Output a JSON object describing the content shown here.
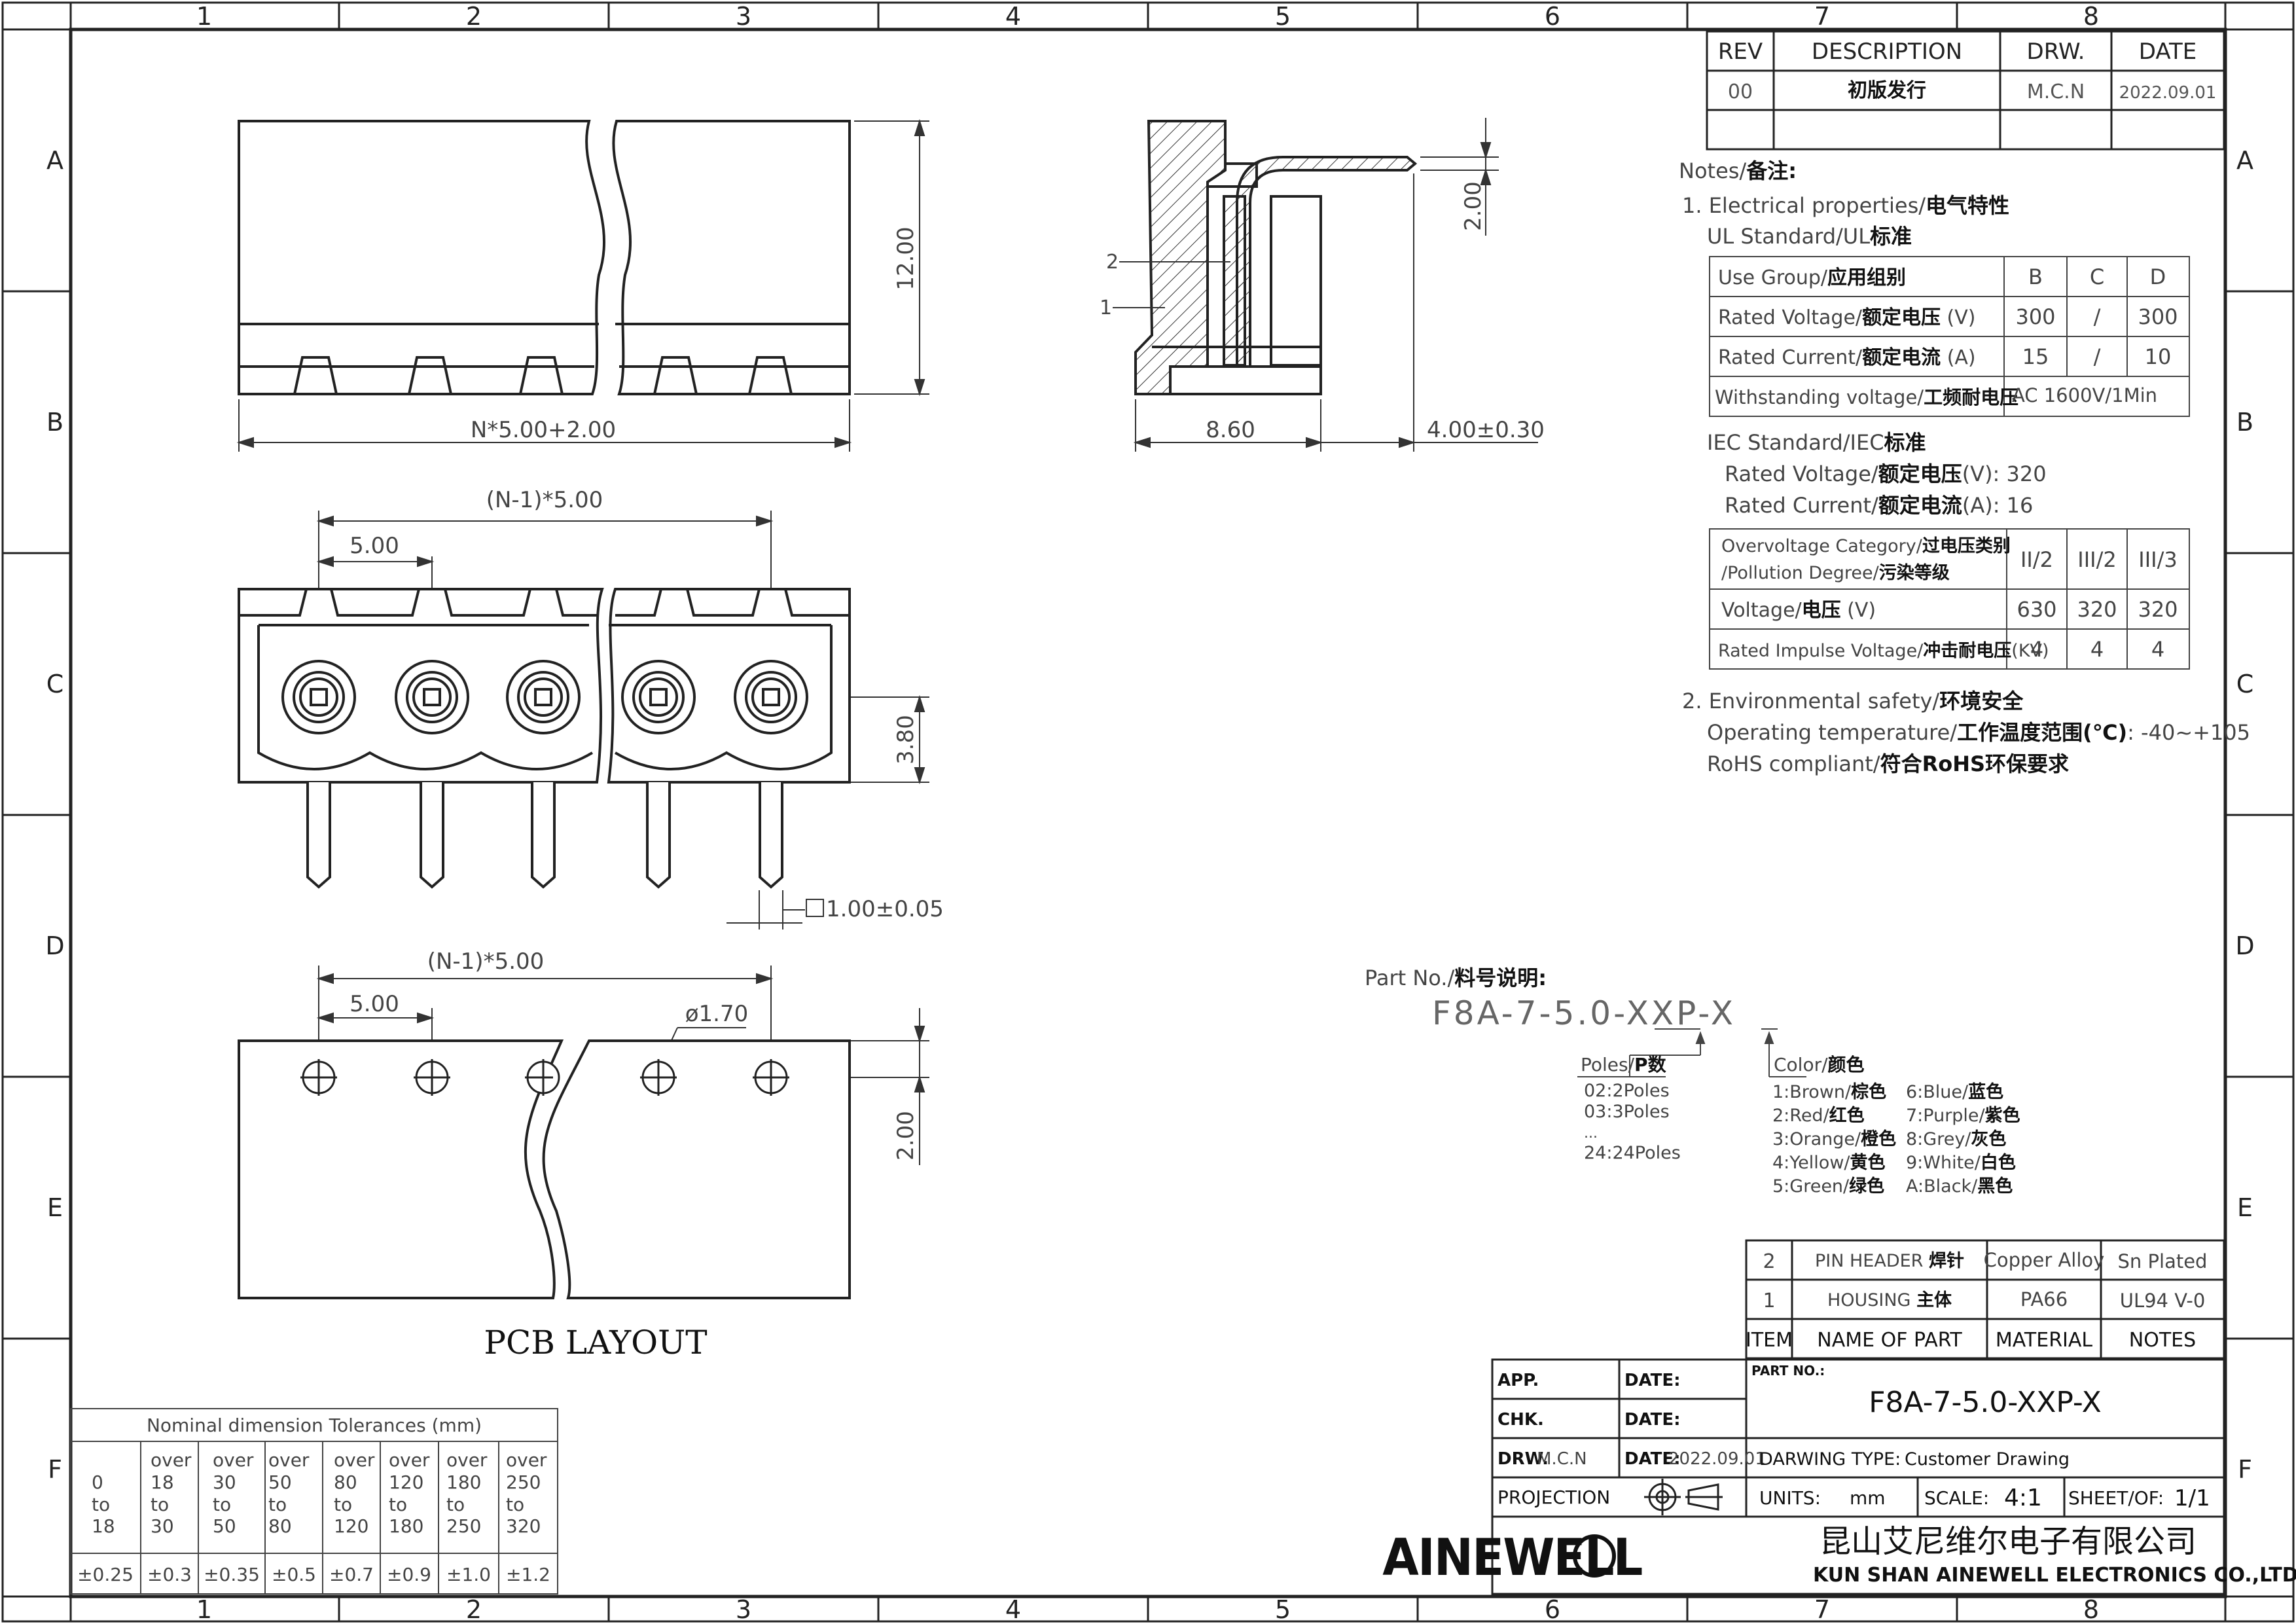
{
  "frame": {
    "cols": [
      "1",
      "2",
      "3",
      "4",
      "5",
      "6",
      "7",
      "8"
    ],
    "rows": [
      "A",
      "B",
      "C",
      "D",
      "E",
      "F"
    ]
  },
  "revision_table": {
    "headers": [
      "REV",
      "DESCRIPTION",
      "DRW.",
      "DATE"
    ],
    "rows": [
      [
        "00",
        "初版发行",
        "M.C.N",
        "2022.09.01"
      ]
    ]
  },
  "dims": {
    "top_width": "N*5.00+2.00",
    "top_height": "12.00",
    "side_width": "8.60",
    "side_offset": "4.00±0.30",
    "side_pin": "2.00",
    "side_callout_2": "2",
    "side_callout_1": "1",
    "front_pitch_total": "(N-1)*5.00",
    "front_pitch": "5.00",
    "front_height": "3.80",
    "front_pin_square": "1.00±0.05",
    "pcb_pitch_total": "(N-1)*5.00",
    "pcb_pitch": "5.00",
    "pcb_hole": "ø1.70",
    "pcb_row": "2.00",
    "pcb_title": "PCB LAYOUT"
  },
  "notes": {
    "heading_en": "Notes/",
    "heading_cn": "备注:",
    "s1_en": "1. Electrical properties/",
    "s1_cn": "电气特性",
    "ul_en": "UL Standard/UL",
    "ul_cn": "标准",
    "ul_table": [
      {
        "en": "Use Group/",
        "cn": "应用组别",
        "vals": [
          "B",
          "C",
          "D"
        ]
      },
      {
        "en": "Rated Voltage/",
        "cn": "额定电压",
        "unit": " (V)",
        "vals": [
          "300",
          "/",
          "300"
        ]
      },
      {
        "en": "Rated Current/",
        "cn": "额定电流",
        "unit": " (A)",
        "vals": [
          "15",
          "/",
          "10"
        ]
      },
      {
        "en": "Withstanding voltage/",
        "cn": "工频耐电压",
        "vals": [
          "AC 1600V/1Min"
        ]
      }
    ],
    "iec_en": "IEC Standard/IEC",
    "iec_cn": "标准",
    "iec_v_en": "Rated Voltage/",
    "iec_v_cn": "额定电压",
    "iec_v_val": "(V):  320",
    "iec_c_en": "Rated Current/",
    "iec_c_cn": "额定电流",
    "iec_c_val": "(A):   16",
    "iec_table": [
      {
        "en1": "Overvoltage Category/",
        "cn1": "过电压类别",
        "en2": "/Pollution Degree/",
        "cn2": "污染等级",
        "vals": [
          "II/2",
          "III/2",
          "III/3"
        ]
      },
      {
        "en": "Voltage/",
        "cn": "电压",
        "unit": " (V)",
        "vals": [
          "630",
          "320",
          "320"
        ]
      },
      {
        "en": "Rated Impulse Voltage/",
        "cn": "冲击耐电压",
        "unit": "(KV)",
        "vals": [
          "4",
          "4",
          "4"
        ]
      }
    ],
    "s2_en": "2. Environmental safety/",
    "s2_cn": "环境安全",
    "temp_en": "Operating temperature/",
    "temp_cn": "工作温度范围(℃)",
    "temp_val": ":  -40~+105",
    "rohs_en": "RoHS compliant/",
    "rohs_cn": "符合RoHS环保要求"
  },
  "part_no": {
    "label_en": "Part No./",
    "label_cn": "料号说明:",
    "code": "F8A-7-5.0-XXP-X",
    "poles_label_en": "Poles/",
    "poles_label_cn": "P数",
    "poles": [
      "02:2Poles",
      "03:3Poles",
      "...",
      "24:24Poles"
    ],
    "color_label_en": "Color/",
    "color_label_cn": "颜色",
    "colors_left": [
      [
        "1:Brown/",
        "棕色"
      ],
      [
        "2:Red/",
        "红色"
      ],
      [
        "3:Orange/",
        "橙色"
      ],
      [
        "4:Yellow/",
        "黄色"
      ],
      [
        "5:Green/",
        "绿色"
      ]
    ],
    "colors_right": [
      [
        "6:Blue/",
        "蓝色"
      ],
      [
        "7:Purple/",
        "紫色"
      ],
      [
        "8:Grey/",
        "灰色"
      ],
      [
        "9:White/",
        "白色"
      ],
      [
        "A:Black/",
        "黑色"
      ]
    ]
  },
  "bom": {
    "rows": [
      {
        "item": "2",
        "name_en": "PIN HEADER ",
        "name_cn": "焊针",
        "material": "Copper Alloy",
        "notes": "Sn Plated"
      },
      {
        "item": "1",
        "name_en": "HOUSING ",
        "name_cn": "主体",
        "material": "PA66",
        "notes": "UL94 V-0"
      }
    ],
    "headers": [
      "ITEM",
      "NAME OF PART",
      "MATERIAL",
      "NOTES"
    ]
  },
  "title_block": {
    "app": "APP.",
    "chk": "CHK.",
    "drw": "DRW.",
    "drw_val": "M.C.N",
    "date": "DATE:",
    "date_val": "2022.09.01",
    "projection": "PROJECTION",
    "part_no_label": "PART NO.:",
    "part_no": "F8A-7-5.0-XXP-X",
    "drawing_type_label": "DARWING TYPE:",
    "drawing_type": "Customer Drawing",
    "units_label": "UNITS:",
    "units": "mm",
    "scale_label": "SCALE:",
    "scale": "4:1",
    "sheet_label": "SHEET/OF:",
    "sheet": "1/1",
    "logo": "AINEWELL",
    "company_cn": "昆山艾尼维尔电子有限公司",
    "company_en": "KUN SHAN AINEWELL ELECTRONICS CO.,LTD"
  },
  "tolerances": {
    "title": "Nominal dimension Tolerances (mm)",
    "ranges": [
      [
        "0",
        "to",
        "18"
      ],
      [
        "over",
        "18",
        "to",
        "30"
      ],
      [
        "over",
        "30",
        "to",
        "50"
      ],
      [
        "over",
        "50",
        "to",
        "80"
      ],
      [
        "over",
        "80",
        "to",
        "120"
      ],
      [
        "over",
        "120",
        "to",
        "180"
      ],
      [
        "over",
        "180",
        "to",
        "250"
      ],
      [
        "over",
        "250",
        "to",
        "320"
      ]
    ],
    "values": [
      "±0.25",
      "±0.3",
      "±0.35",
      "±0.5",
      "±0.7",
      "±0.9",
      "±1.0",
      "±1.2"
    ]
  }
}
